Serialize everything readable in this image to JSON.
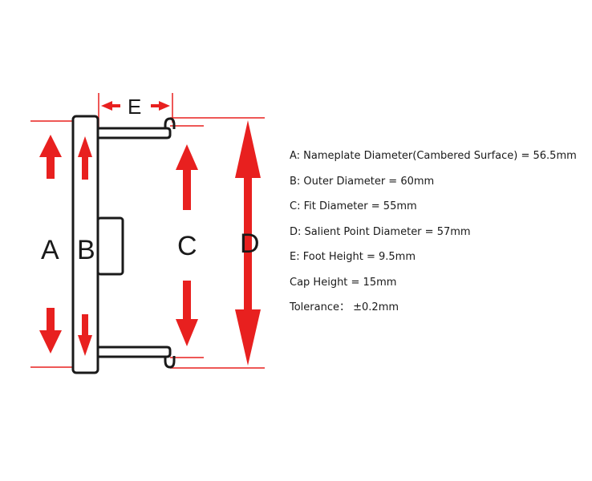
{
  "diagram": {
    "labels": {
      "a": "A",
      "b": "B",
      "c": "C",
      "d": "D",
      "e": "E"
    },
    "colors": {
      "arrow": "#e8201f",
      "outline": "#1a1a1a",
      "background": "#ffffff"
    }
  },
  "specs": [
    "A: Nameplate Diameter(Cambered Surface) = 56.5mm",
    "B: Outer Diameter = 60mm",
    "C: Fit Diameter = 55mm",
    "D: Salient Point Diameter = 57mm",
    "E: Foot Height = 9.5mm",
    "Cap Height = 15mm",
    "Tolerance： ±0.2mm"
  ]
}
